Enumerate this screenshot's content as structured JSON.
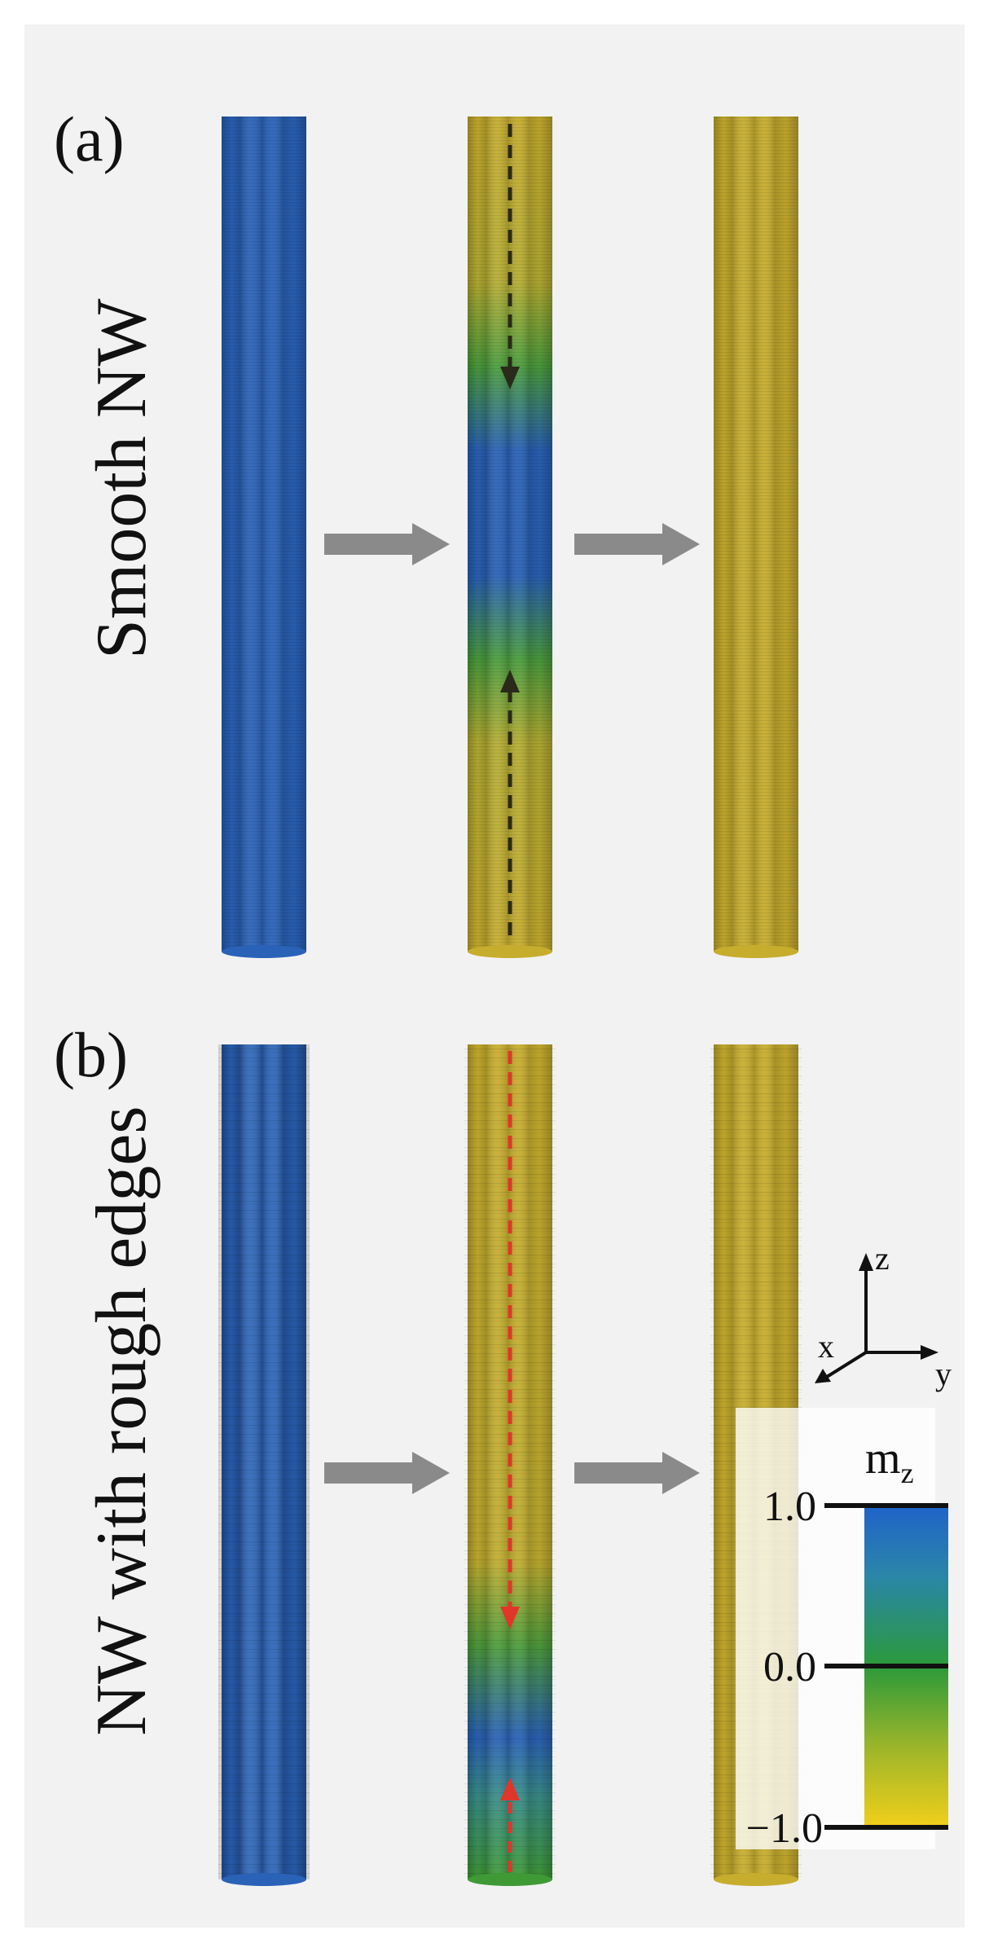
{
  "panels": [
    {
      "id": "a",
      "label": "(a)",
      "side_label": "Smooth NW"
    },
    {
      "id": "b",
      "label": "(b)",
      "side_label": "NW with rough edges"
    }
  ],
  "axes": {
    "z": "z",
    "x": "x",
    "y": "y"
  },
  "colorbar": {
    "title": "m",
    "title_sub": "z",
    "ticks": [
      "1.0",
      "0.0",
      "−1.0"
    ],
    "gradient_colors": [
      "#1f63c9",
      "#2b9a3a",
      "#f1cf1a"
    ]
  },
  "colors": {
    "blue": "#2a62b8",
    "yellow": "#c7ad2e",
    "green": "#3f9a36",
    "arrow_gray": "#8a8a8a",
    "dash_dark": "#2a2a1a",
    "dash_red": "#e0362a"
  }
}
